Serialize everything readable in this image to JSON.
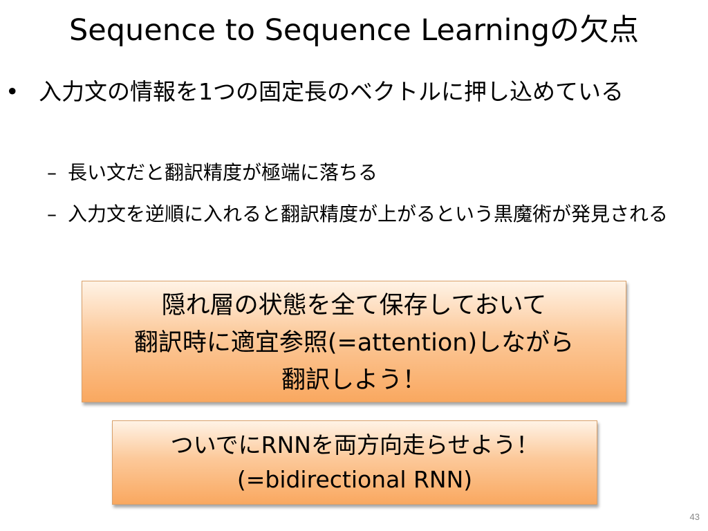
{
  "slide": {
    "title": "Sequence to Sequence Learningの欠点",
    "bullets": [
      {
        "marker": "•",
        "text": "入力文の情報を1つの固定長のベクトルに押し込めている",
        "sub": [
          {
            "marker": "–",
            "text": "長い文だと翻訳精度が極端に落ちる"
          },
          {
            "marker": "–",
            "text": "入力文を逆順に入れると翻訳精度が上がるという黒魔術が発見される"
          }
        ]
      }
    ],
    "callouts": [
      {
        "lines": [
          "隠れ層の状態を全て保存しておいて",
          "翻訳時に適宜参照(=attention)しながら",
          "翻訳しよう！"
        ]
      },
      {
        "lines": [
          "ついでにRNNを両方向走らせよう！",
          "(=bidirectional RNN)"
        ]
      }
    ],
    "page_number": "43",
    "colors": {
      "callout_top": "#fff3e6",
      "callout_bottom": "#f9a860",
      "callout_border": "#d9a06a"
    }
  }
}
